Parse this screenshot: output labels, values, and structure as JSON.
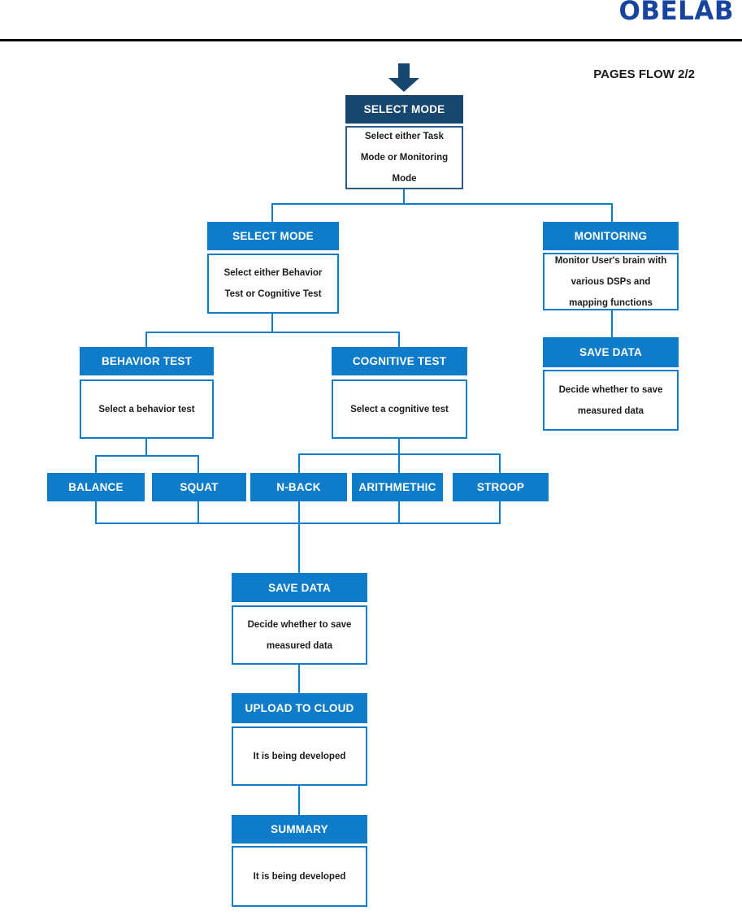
{
  "header": {
    "logo": "OBELAB",
    "page_label": "PAGES FLOW 2/2"
  },
  "colors": {
    "dark_navy": "#17466f",
    "accent_blue": "#0e7cc9",
    "logo_blue": "#17449e",
    "rule": "#0a0a0a",
    "body_text": "#1c1c1c"
  },
  "nodes": {
    "root": {
      "title": "SELECT MODE",
      "desc": "Select either Task Mode or Monitoring Mode"
    },
    "select_mode": {
      "title": "SELECT MODE",
      "desc": "Select either Behavior Test or Cognitive Test"
    },
    "monitoring": {
      "title": "MONITORING",
      "desc": "Monitor User's brain with various DSPs and mapping functions"
    },
    "monitoring_save": {
      "title": "SAVE DATA",
      "desc": "Decide whether to save measured data"
    },
    "behavior_test": {
      "title": "BEHAVIOR TEST",
      "desc": "Select a behavior test"
    },
    "cognitive_test": {
      "title": "COGNITIVE TEST",
      "desc": "Select a cognitive test"
    },
    "balance": {
      "title": "BALANCE"
    },
    "squat": {
      "title": "SQUAT"
    },
    "nback": {
      "title": "N-BACK"
    },
    "arithmethic": {
      "title": "ARITHMETHIC"
    },
    "stroop": {
      "title": "STROOP"
    },
    "save_data": {
      "title": "SAVE DATA",
      "desc": "Decide whether to save measured data"
    },
    "upload_cloud": {
      "title": "UPLOAD TO CLOUD",
      "desc": "It is being developed"
    },
    "summary": {
      "title": "SUMMARY",
      "desc": "It is being developed"
    }
  }
}
